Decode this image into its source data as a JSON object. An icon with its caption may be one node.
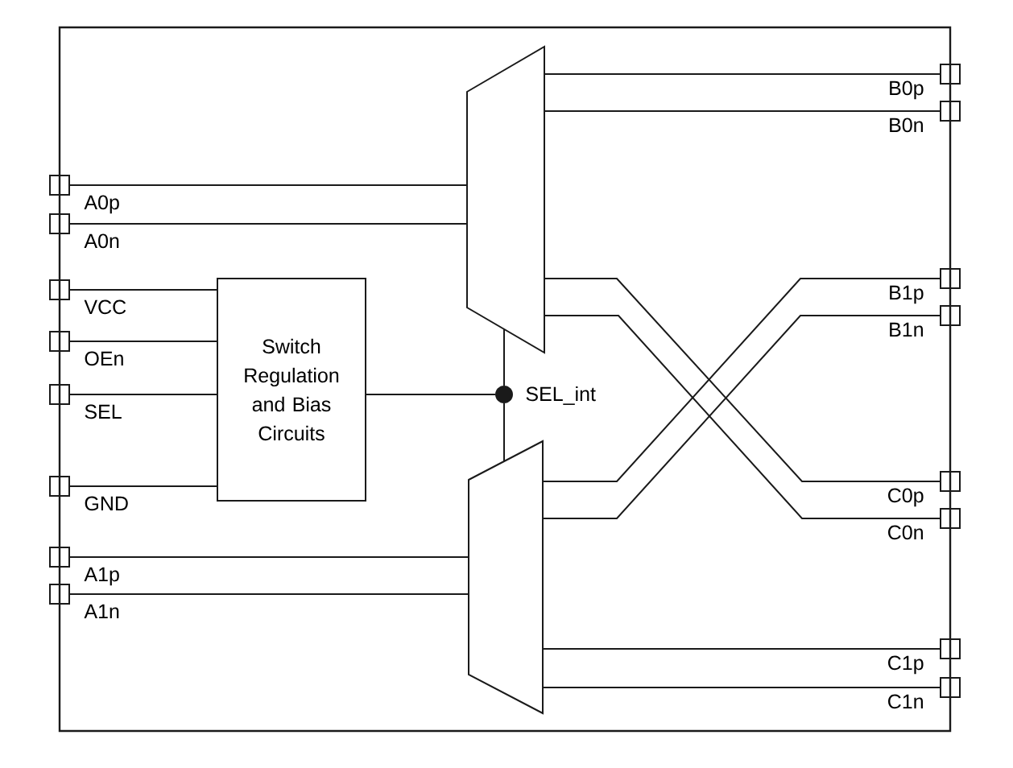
{
  "diagram": {
    "nodes": [
      {
        "text": [],
        "shape": "box"
      },
      {
        "text": [
          "A0p"
        ]
      },
      {
        "text": [
          "A0n"
        ]
      },
      {
        "text": [
          "VCC"
        ]
      },
      {
        "text": [
          "OEn"
        ]
      },
      {
        "text": [
          "SEL"
        ]
      },
      {
        "text": [
          "GND"
        ]
      },
      {
        "text": [
          "A1p"
        ]
      },
      {
        "text": [
          "A1n"
        ]
      },
      {
        "text": [
          "Switch Regulation and Bias Circuits"
        ],
        "in": 0
      },
      {
        "text": [],
        "shape": "trapezoid",
        "in": 0
      },
      {
        "text": [],
        "shape": "circle",
        "beside": [
          "SEL_int"
        ],
        "in": 0
      },
      {
        "text": [],
        "shape": "trapezoid",
        "in": 0
      },
      {
        "text": [
          "B0p"
        ]
      },
      {
        "text": [
          "B0n"
        ]
      },
      {
        "text": [
          "B1p"
        ]
      },
      {
        "text": [
          "B1n"
        ]
      },
      {
        "text": [
          "C0p"
        ]
      },
      {
        "text": [
          "C0n"
        ]
      },
      {
        "text": [
          "C1p"
        ]
      },
      {
        "text": [
          "C1n"
        ]
      }
    ],
    "edges": [
      {
        "from": 1,
        "to": 10,
        "arrow": "none"
      },
      {
        "from": 2,
        "to": 10,
        "arrow": "none"
      },
      {
        "from": 3,
        "to": 9,
        "arrow": "none"
      },
      {
        "from": 4,
        "to": 9,
        "arrow": "none"
      },
      {
        "from": 5,
        "to": 9,
        "arrow": "none"
      },
      {
        "from": 6,
        "to": 9,
        "arrow": "none"
      },
      {
        "from": 7,
        "to": 12,
        "arrow": "none"
      },
      {
        "from": 8,
        "to": 12,
        "arrow": "none"
      },
      {
        "from": 9,
        "to": 11,
        "arrow": "none"
      },
      {
        "from": 11,
        "to": 10,
        "arrow": "none"
      },
      {
        "from": 11,
        "to": 12,
        "arrow": "none"
      },
      {
        "from": 10,
        "to": 13,
        "arrow": "none"
      },
      {
        "from": 10,
        "to": 14,
        "arrow": "none"
      },
      {
        "from": 10,
        "to": 17,
        "arrow": "none"
      },
      {
        "from": 10,
        "to": 18,
        "arrow": "none"
      },
      {
        "from": 12,
        "to": 15,
        "arrow": "none"
      },
      {
        "from": 12,
        "to": 16,
        "arrow": "none"
      },
      {
        "from": 12,
        "to": 19,
        "arrow": "none"
      },
      {
        "from": 12,
        "to": 20,
        "arrow": "none"
      }
    ]
  }
}
